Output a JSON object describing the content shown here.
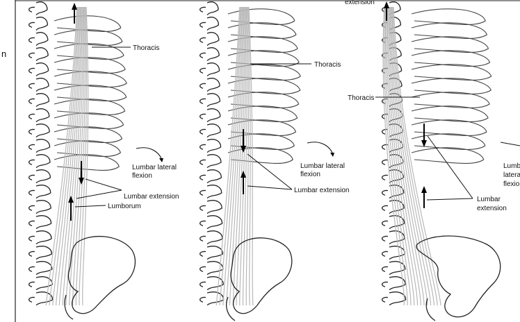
{
  "panels": [
    {
      "id": "left",
      "labels": {
        "thoracis": "Thoracis",
        "lateral_flexion_line1": "Lumbar lateral",
        "lateral_flexion_line2": "flexion",
        "extension": "Lumbar extension",
        "lumborum": "Lumborum"
      }
    },
    {
      "id": "middle",
      "labels": {
        "thoracis": "Thoracis",
        "lateral_flexion_line1": "Lumbar lateral",
        "lateral_flexion_line2": "flexion",
        "extension": "Lumbar extension"
      }
    },
    {
      "id": "right",
      "labels": {
        "top_cut": "extension",
        "thoracis": "Thoracis",
        "lateral_flexion_line1": "Lumb",
        "lateral_flexion_line2": "latera",
        "lateral_flexion_line3": "flexio",
        "extension_line1": "Lumbar",
        "extension_line2": "extension"
      }
    }
  ],
  "edge_fragment": "n",
  "colors": {
    "bone": "#222222",
    "muscle": "#b8b8b8",
    "arrow": "#000000"
  }
}
